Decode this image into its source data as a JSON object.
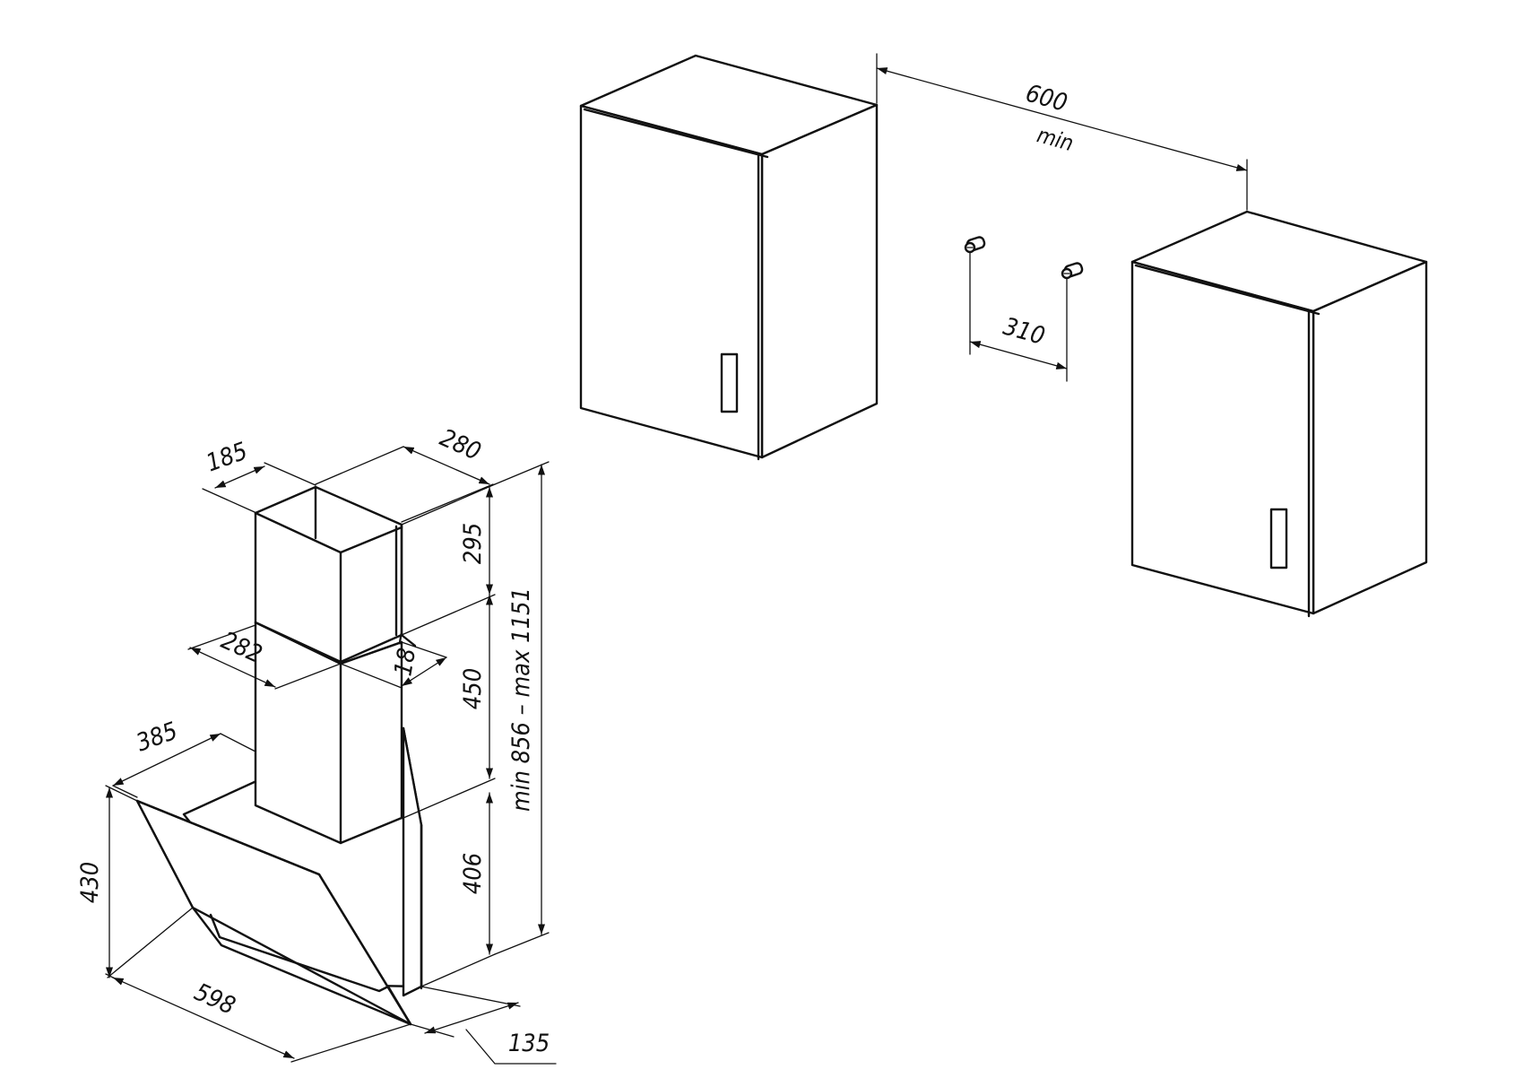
{
  "dimensions": {
    "cabinet_gap": "600",
    "cabinet_gap_note": "min",
    "hole_spacing": "310",
    "chimney_top_depth": "185",
    "chimney_top_width": "280",
    "chimney_upper_height": "295",
    "chimney_lower_width": "282",
    "chimney_lower_depth": "187",
    "chimney_lower_height": "450",
    "total_height_range": "min 856 – max 1151",
    "hood_depth": "385",
    "hood_height": "430",
    "hood_body_height": "406",
    "hood_width": "598",
    "glass_offset": "135"
  },
  "colors": {
    "line": "#111111",
    "background": "#ffffff"
  }
}
